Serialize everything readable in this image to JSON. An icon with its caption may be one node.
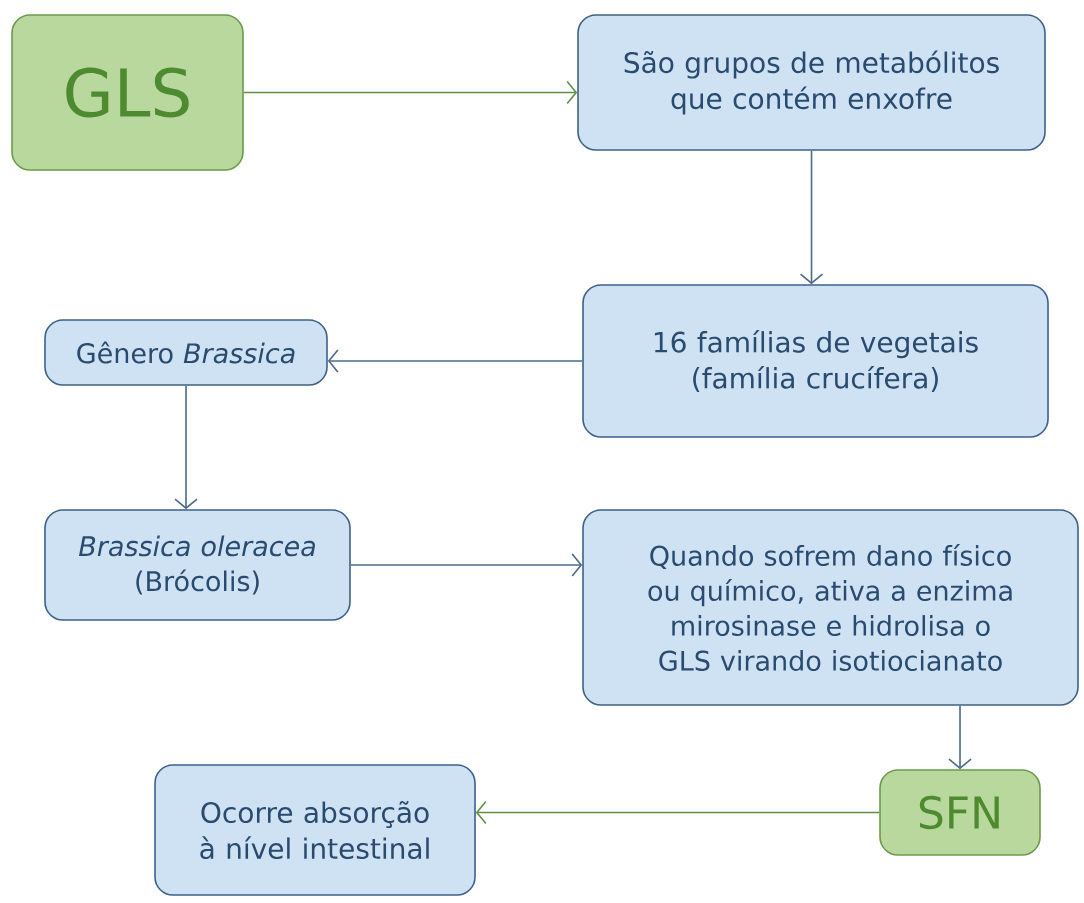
{
  "diagram": {
    "nodes": [
      {
        "text": [
          "GLS"
        ]
      },
      {
        "text": [
          "São grupos de metabólitos que contém enxofre"
        ]
      },
      {
        "text": [
          "16 famílias de vegetais (família crucífera)"
        ]
      },
      {
        "text": [
          "Gênero *Brassica*"
        ]
      },
      {
        "text": [
          "*Brassica oleracea* (Brócolis)"
        ]
      },
      {
        "text": [
          "Quando sofrem dano físico ou químico, ativa a enzima mirosinase e hidrolisa o GLS virando isotiocianato"
        ]
      },
      {
        "text": [
          "SFN"
        ]
      },
      {
        "text": [
          "Ocorre absorção à nível intestinal"
        ]
      }
    ],
    "edges": [
      {
        "from": 0,
        "to": 1,
        "arrow": "to",
        "color": "#5e9142"
      },
      {
        "from": 1,
        "to": 2,
        "arrow": "to"
      },
      {
        "from": 2,
        "to": 3,
        "arrow": "to"
      },
      {
        "from": 3,
        "to": 4,
        "arrow": "to"
      },
      {
        "from": 4,
        "to": 5,
        "arrow": "to"
      },
      {
        "from": 5,
        "to": 6,
        "arrow": "to"
      },
      {
        "from": 6,
        "to": 7,
        "arrow": "to",
        "color": "#5e9142"
      }
    ]
  }
}
